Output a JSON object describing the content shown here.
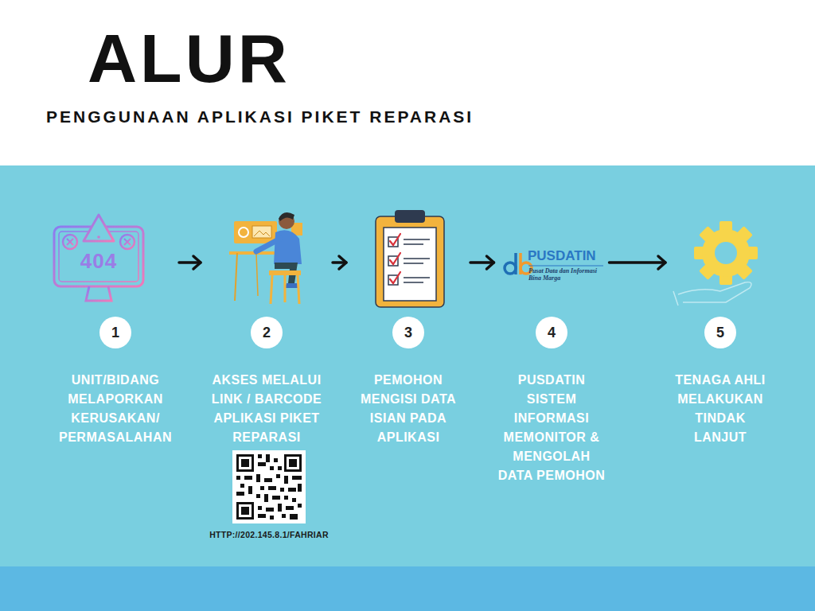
{
  "diagram": {
    "title": "ALUR",
    "nodes": [
      {
        "text": [
          "1",
          "UNIT/BIDANG MELAPORKAN KERUSAKAN/ PERMASALAHAN"
        ]
      },
      {
        "text": [
          "2",
          "AKSES MELALUI LINK / BARCODE APLIKASI PIKET REPARASI"
        ]
      },
      {
        "text": [
          "3",
          "PEMOHON MENGISI DATA ISIAN PADA APLIKASI"
        ]
      },
      {
        "text": [
          "4",
          "PUSDATIN SISTEM INFORMASI MEMONITOR & MENGOLAH DATA PEMOHON"
        ]
      },
      {
        "text": [
          "5",
          "TENAGA AHLI MELAKUKAN TINDAK LANJUT"
        ]
      }
    ],
    "edges": [
      {
        "from": 0,
        "to": 1,
        "arrow": "to"
      },
      {
        "from": 1,
        "to": 2,
        "arrow": "to"
      },
      {
        "from": 2,
        "to": 3,
        "arrow": "to"
      },
      {
        "from": 3,
        "to": 4,
        "arrow": "to"
      }
    ],
    "labels": [
      "PENGGUNAAN APLIKASI PIKET REPARASI",
      "404",
      "HTTP://202.145.8.1/FAHRIAR",
      "PUSDATIN",
      "Pusat Data dan Informasi Bina Marga"
    ]
  }
}
